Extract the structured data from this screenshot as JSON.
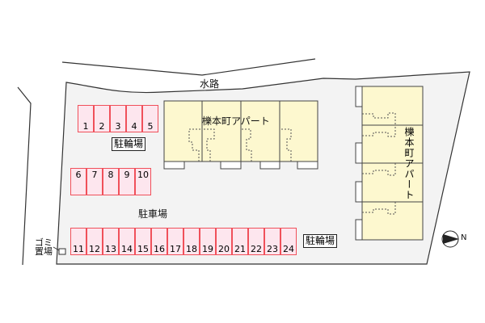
{
  "labels": {
    "waterway": "水路",
    "parking": "駐車場",
    "bicycle_parking_1": "駐輪場",
    "bicycle_parking_2": "駐輪場",
    "garbage_line1": "ゴミ",
    "garbage_line2": "置場",
    "building_1": "櫟本町アパート",
    "building_2": "櫟本町アパート",
    "north": "N"
  },
  "parking_rows": {
    "row_a": [
      "1",
      "2",
      "3",
      "4",
      "5"
    ],
    "row_b": [
      "6",
      "7",
      "8",
      "9",
      "10"
    ],
    "row_c": [
      "11",
      "12",
      "13",
      "14",
      "15",
      "16",
      "17",
      "18",
      "19",
      "20",
      "21",
      "22",
      "23",
      "24"
    ]
  },
  "colors": {
    "building": "#fdf8cf",
    "parking": "#fde6ee",
    "parking_border": "#f0505a",
    "lot": "#f3f3f3"
  }
}
